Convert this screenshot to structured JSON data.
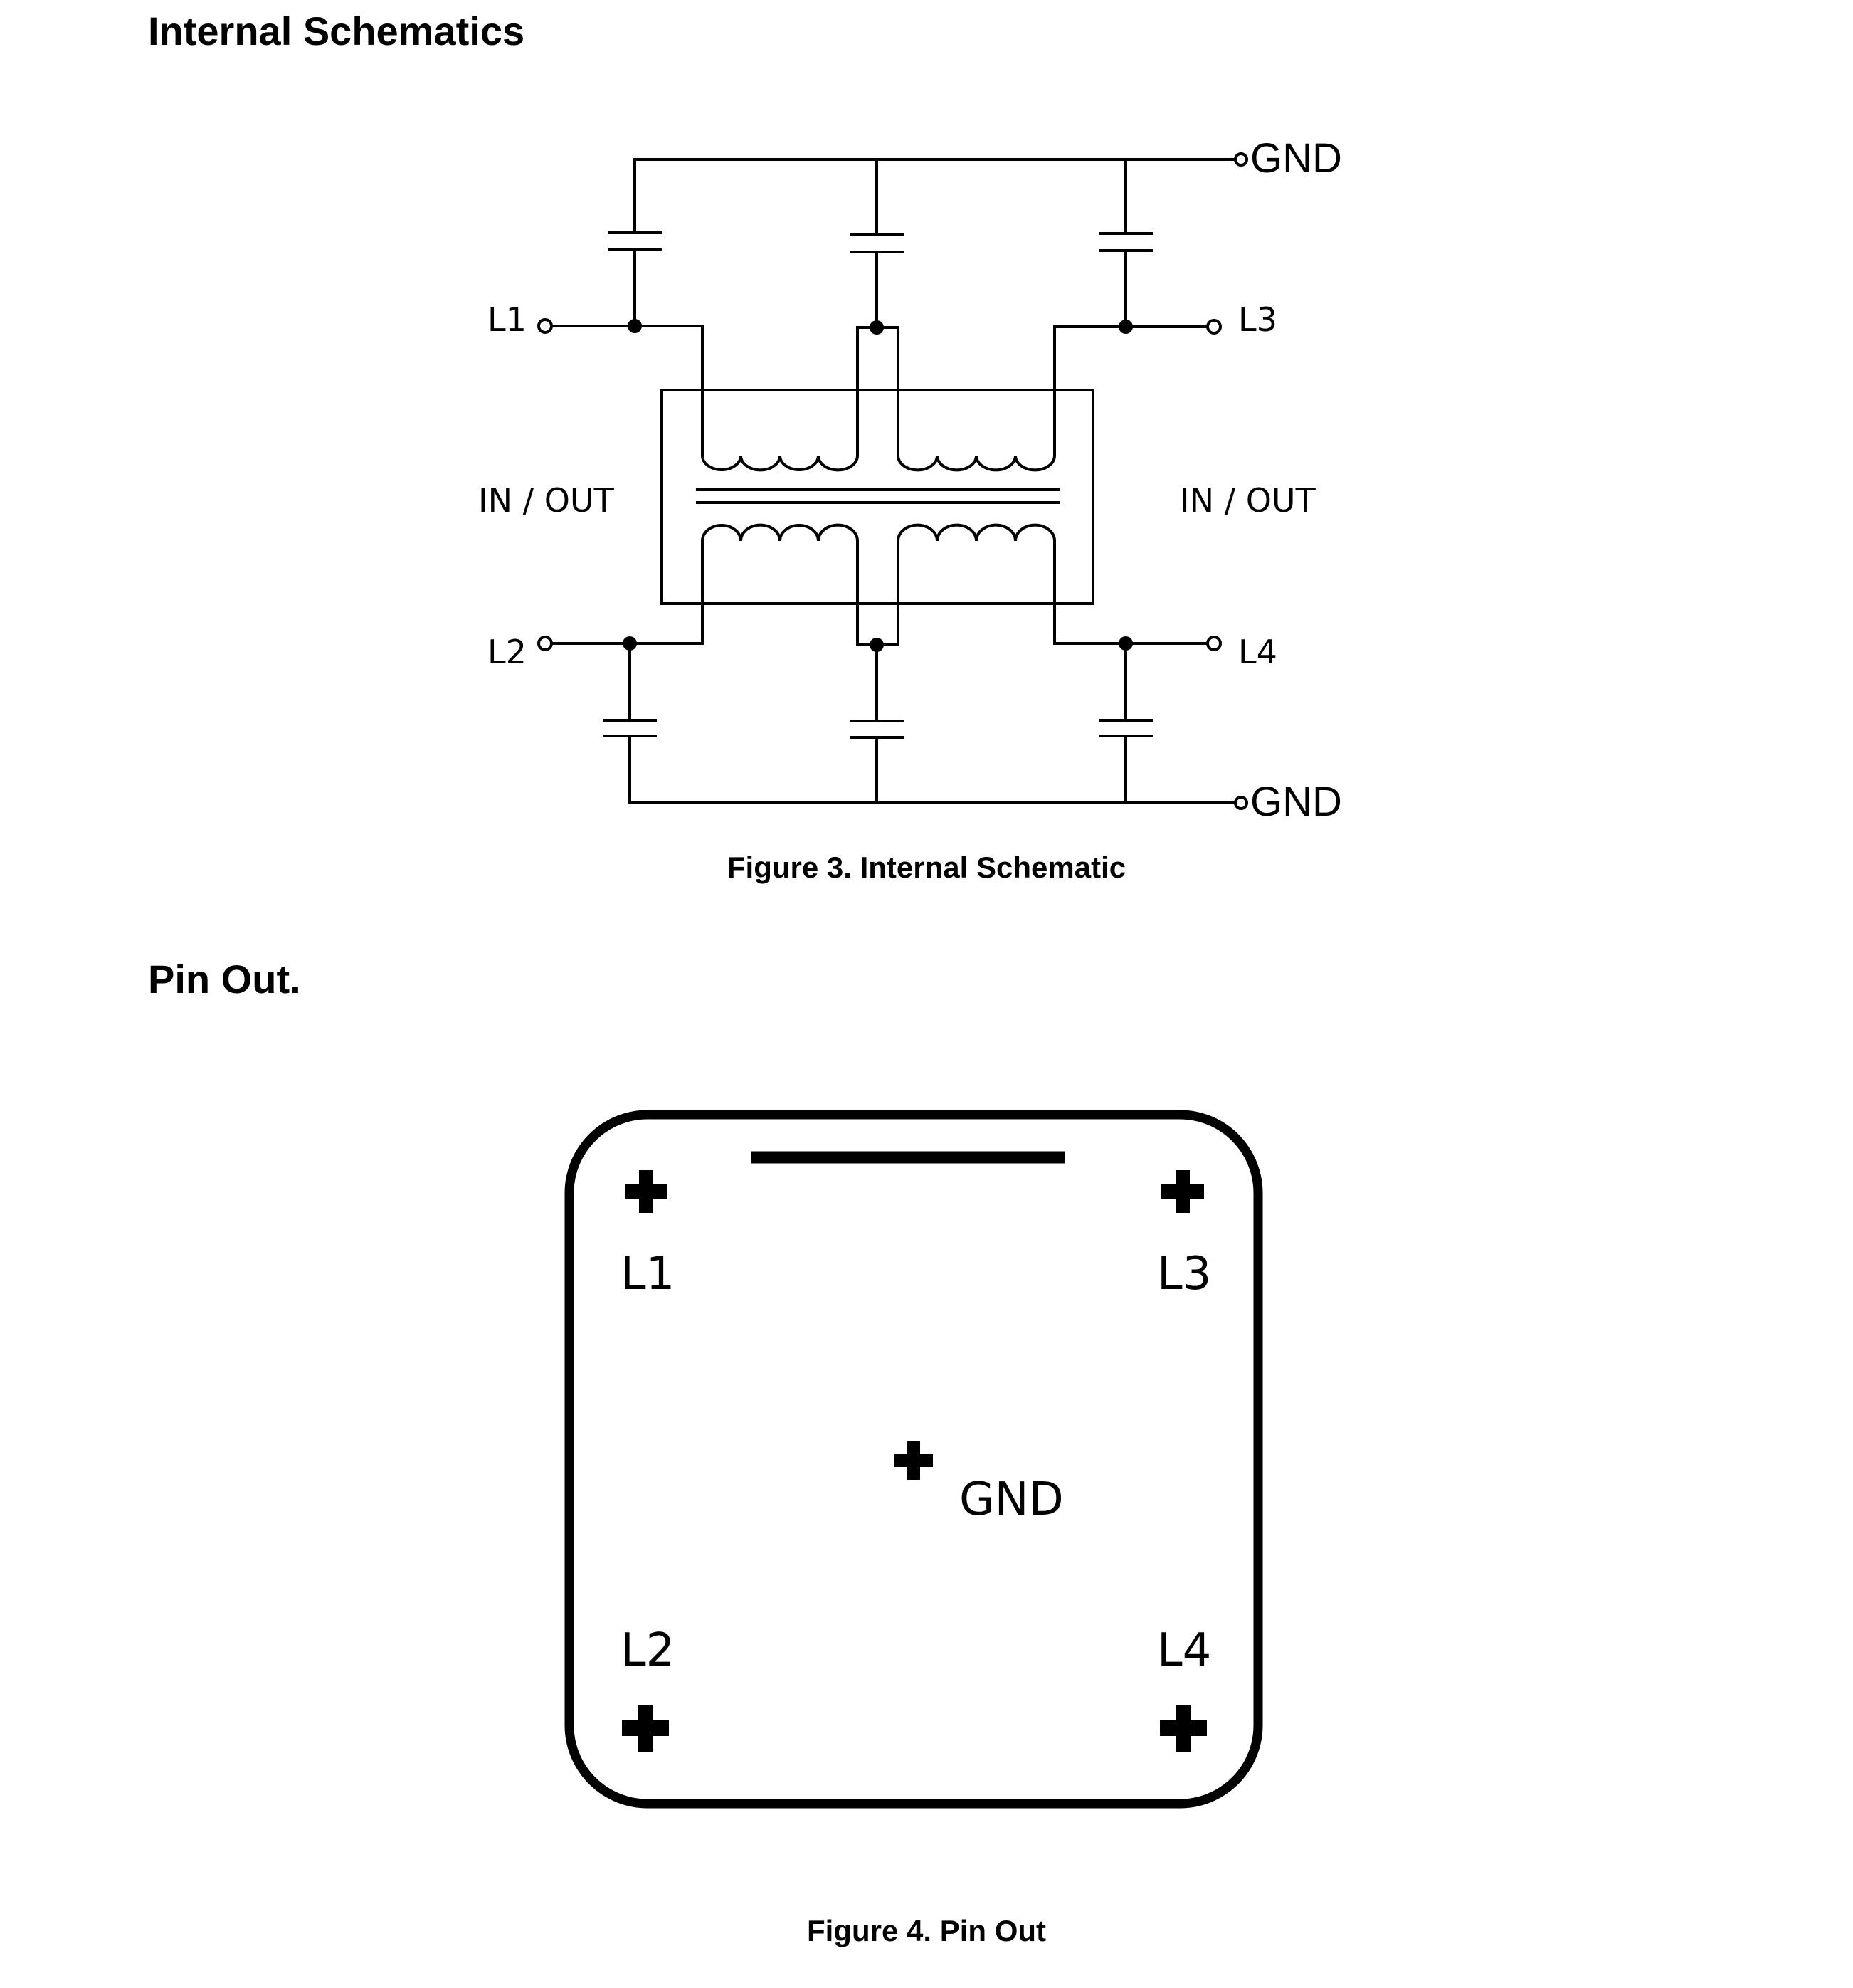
{
  "sections": {
    "schematics_heading": "Internal Schematics",
    "pinout_heading": "Pin Out."
  },
  "schematic": {
    "caption": "Figure 3. Internal Schematic",
    "labels": {
      "gnd_top": "GND",
      "gnd_bottom": "GND",
      "l1": "L1",
      "l2": "L2",
      "l3": "L3",
      "l4": "L4",
      "io_left": "IN / OUT",
      "io_right": "IN / OUT"
    }
  },
  "pinout": {
    "caption": "Figure 4. Pin Out",
    "labels": {
      "l1": "L1",
      "l2": "L2",
      "l3": "L3",
      "l4": "L4",
      "gnd": "GND"
    }
  }
}
